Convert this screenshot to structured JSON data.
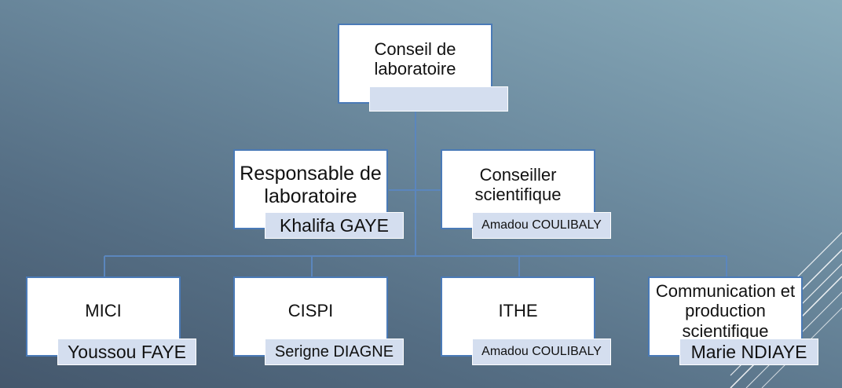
{
  "org_chart": {
    "top": {
      "title": "Conseil de laboratoire",
      "person": ""
    },
    "responsable": {
      "title": "Responsable de laboratoire",
      "person": "Khalifa GAYE"
    },
    "conseiller": {
      "title": "Conseiller scientifique",
      "person": "Amadou COULIBALY"
    },
    "units": [
      {
        "title": "MICI",
        "person": "Youssou FAYE"
      },
      {
        "title": "CISPI",
        "person": "Serigne DIAGNE"
      },
      {
        "title": "ITHE",
        "person": "Amadou COULIBALY"
      },
      {
        "title": "Communication et production scientifique",
        "person": "Marie NDIAYE"
      }
    ]
  },
  "colors": {
    "box_border": "#4a7ab7",
    "name_fill": "#d4deef",
    "connector": "#5b86bd"
  }
}
